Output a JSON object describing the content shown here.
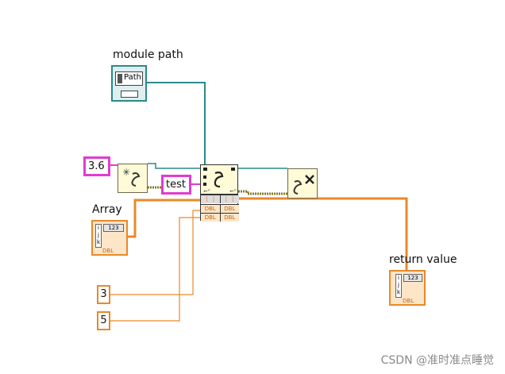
{
  "labels": {
    "module_path": "module path",
    "array": "Array",
    "return_value": "return value"
  },
  "path_control": {
    "text": "Path"
  },
  "constants": {
    "num_36": "3.6",
    "func_name": "test",
    "num_3": "3",
    "num_5": "5"
  },
  "array_terminals": {
    "input": {
      "type_text": "123",
      "dims": [
        "i",
        "j",
        "k"
      ],
      "dtype": "DBL"
    },
    "output": {
      "type_text": "123",
      "dims": [
        "i",
        "j",
        "k"
      ],
      "dtype": "DBL"
    }
  },
  "call_node": {
    "rows": [
      [
        "[ ]",
        "[ ]"
      ],
      [
        "DBL",
        "DBL"
      ],
      [
        "DBL",
        "DBL"
      ]
    ]
  },
  "colors": {
    "wire_teal": "#2b8a8a",
    "wire_orange": "#e8892a",
    "wire_pink": "#e23bd0",
    "wire_refnum": "#8a7a2a"
  },
  "icons": [
    "open-session-icon",
    "python-call-icon",
    "close-session-icon"
  ],
  "watermark": "CSDN @准时准点睡觉"
}
